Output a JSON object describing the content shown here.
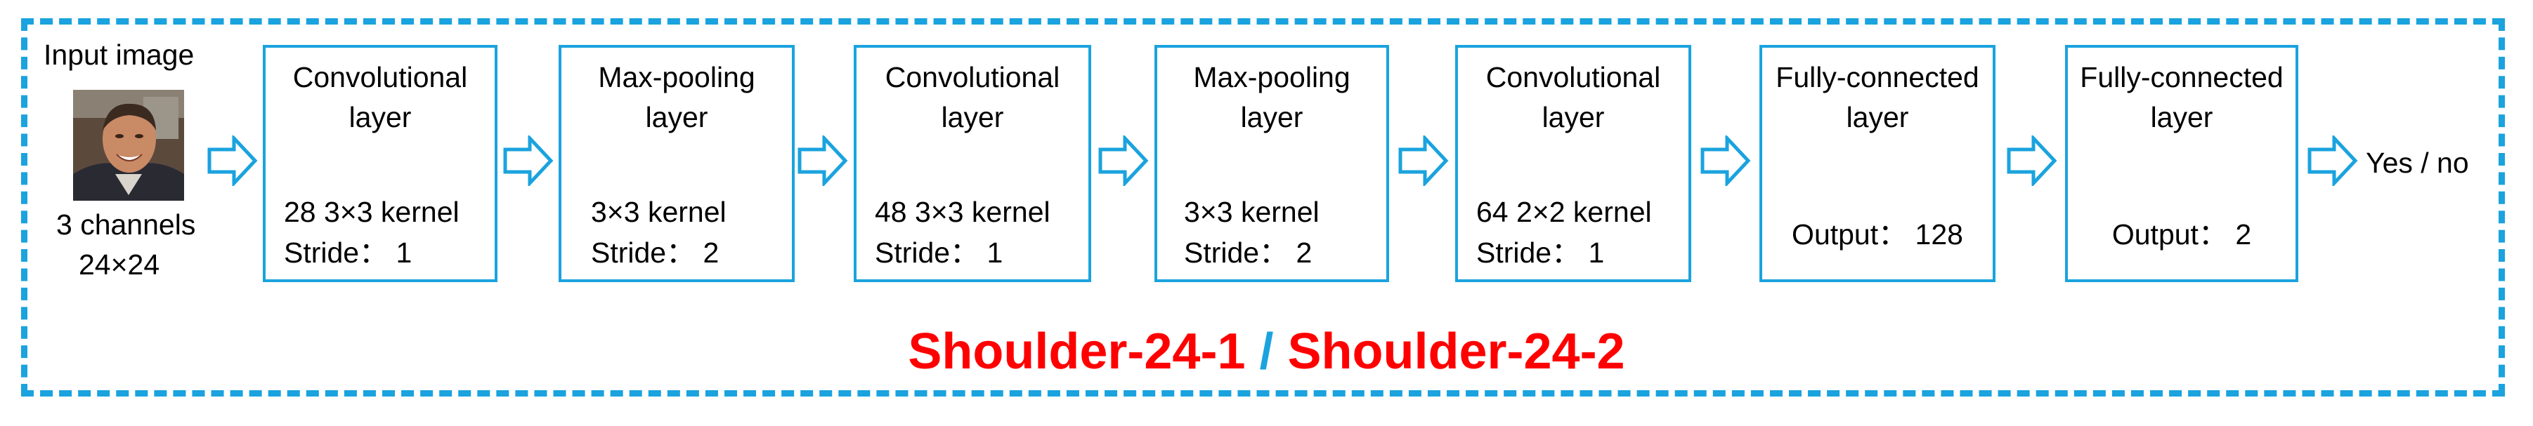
{
  "colors": {
    "accent": "#1aa3de",
    "caption_red": "#ff0000",
    "caption_blue": "#1aa3de"
  },
  "input": {
    "label": "Input image",
    "channels": "3 channels",
    "size": "24×24",
    "photo_icon": "portrait-photo"
  },
  "layers": [
    {
      "title": "Convolutional\nlayer",
      "line1": "28  3×3 kernel",
      "line2": "Stride：  1"
    },
    {
      "title": "Max-pooling\nlayer",
      "line1": "3×3 kernel",
      "line2": "Stride：  2"
    },
    {
      "title": "Convolutional\nlayer",
      "line1": "48  3×3 kernel",
      "line2": "Stride：  1"
    },
    {
      "title": "Max-pooling\nlayer",
      "line1": "3×3 kernel",
      "line2": "Stride：  2"
    },
    {
      "title": "Convolutional\nlayer",
      "line1": "64  2×2 kernel",
      "line2": "Stride：  1"
    },
    {
      "title": "Fully-connected\nlayer",
      "output": "Output：  128"
    },
    {
      "title": "Fully-connected\nlayer",
      "output": "Output：  2"
    }
  ],
  "output_label": "Yes / no",
  "caption": {
    "left": "Shoulder-24-1",
    "sep": " / ",
    "right": "Shoulder-24-2"
  }
}
